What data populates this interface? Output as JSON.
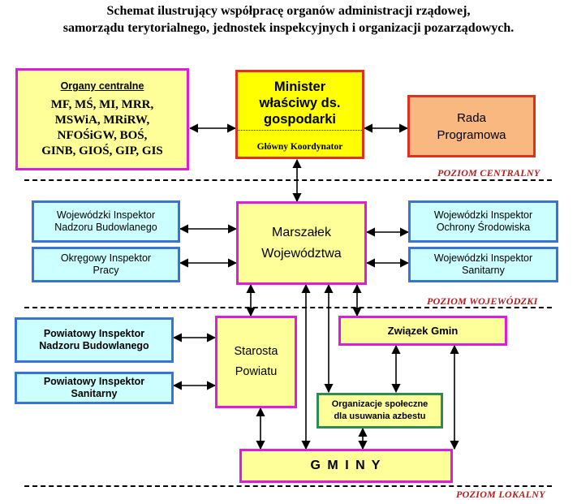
{
  "title": {
    "line1": "Schemat ilustrujący współpracę organów administracji rządowej,",
    "line2": "samorządu terytorialnego, jednostek inspekcyjnych i organizacji pozarządowych."
  },
  "central": {
    "organy_heading": "Organy centralne",
    "organy_list": "MF, MŚ, MI, MRR,\nMSWiA, MRiRW,\nNFOŚiGW, BOŚ,\nGINB, GIOŚ, GIP, GIS",
    "minister": "Minister\nwłaściwy ds.\ngospodarki",
    "koordynator": "Główny Koordynator",
    "rada": "Rada\nProgramowa",
    "level_label": "POZIOM  CENTRALNY"
  },
  "voivodeship": {
    "winb": "Wojewódzki Inspektor\nNadzoru Budowlanego",
    "oip": "Okręgowy Inspektor\nPracy",
    "marszalek": "Marszałek\nWojewództwa",
    "wios": "Wojewódzki Inspektor\nOchrony Środowiska",
    "wis": "Wojewódzki Inspektor\nSanitarny",
    "level_label": "POZIOM  WOJEWÓDZKI"
  },
  "local": {
    "pinb": "Powiatowy Inspektor\nNadzoru Budowlanego",
    "pis": "Powiatowy Inspektor\nSanitarny",
    "starosta": "Starosta\nPowiatu",
    "zwiazek": "Związek Gmin",
    "organizacje": "Organizacje społeczne\ndla usuwania azbestu",
    "gminy": "G M I N Y",
    "level_label": "POZIOM  LOKALNY"
  },
  "colors": {
    "yellow_fill": "#ffff99",
    "cyan_fill": "#ccffff",
    "minister_fill": "#ffff00",
    "rada_fill": "#f8b880",
    "magenta_border": "#e01be0",
    "blue_border": "#3a73d6",
    "red_border": "#e0311e",
    "green_border": "#2e8b57",
    "level_text": "#b51c1c"
  }
}
